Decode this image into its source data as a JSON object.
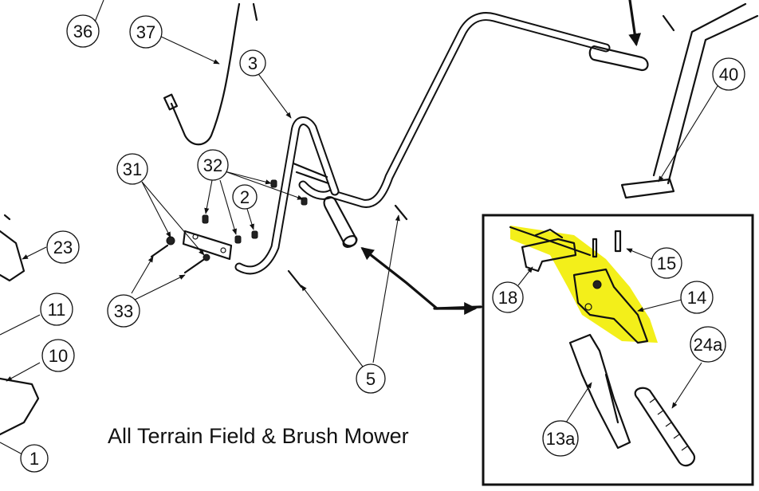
{
  "caption": "All Terrain Field & Brush Mower",
  "callouts": {
    "c1": "1",
    "c2": "2",
    "c3": "3",
    "c5": "5",
    "c10": "10",
    "c11": "11",
    "c13a": "13a",
    "c14": "14",
    "c15": "15",
    "c18": "18",
    "c23": "23",
    "c24a": "24a",
    "c31": "31",
    "c32": "32",
    "c33": "33",
    "c36": "36",
    "c37": "37",
    "c40": "40"
  },
  "colors": {
    "highlight": "#f3ef1a",
    "line": "#111111"
  }
}
